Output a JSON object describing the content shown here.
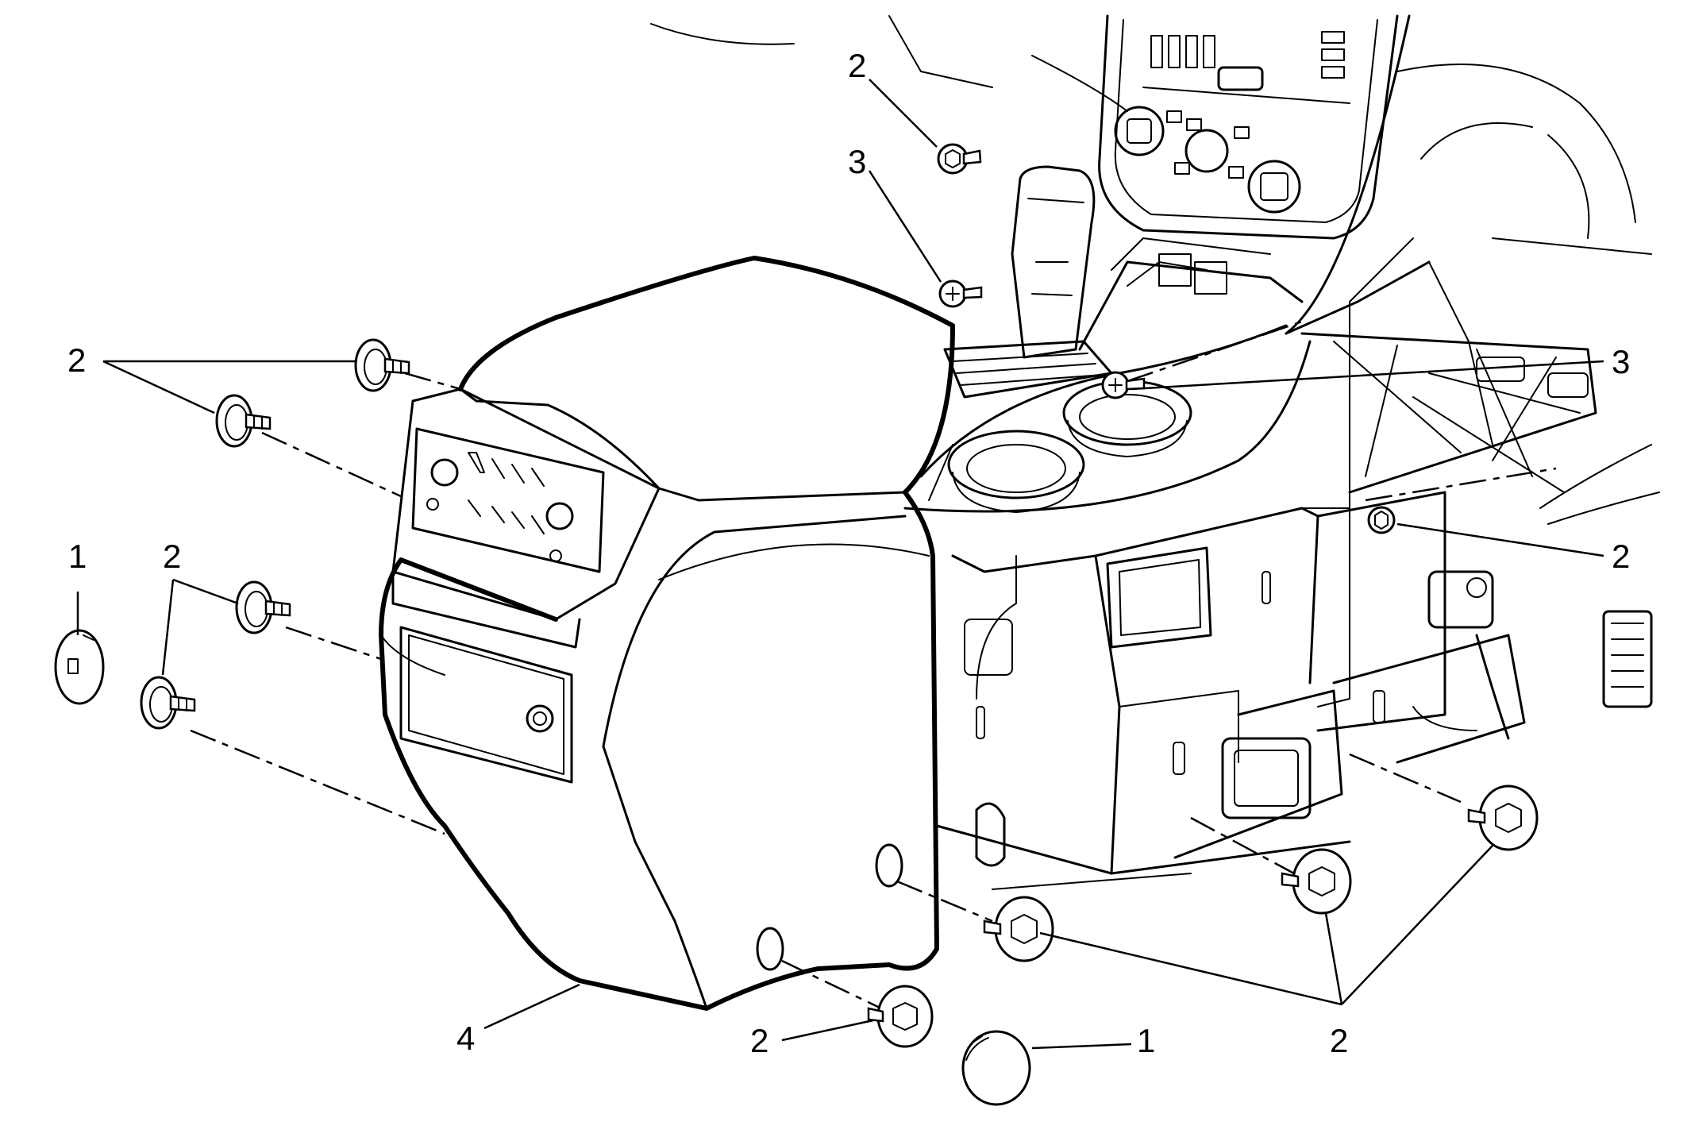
{
  "callouts": {
    "c1_left": "1",
    "c1_bottom": "1",
    "c2_top": "2",
    "c2_upper_left": "2",
    "c2_mid_left": "2",
    "c2_right": "2",
    "c2_bottom_center": "2",
    "c2_bottom_right": "2",
    "c3_top": "3",
    "c3_right": "3",
    "c4_bottom": "4"
  },
  "icons": {
    "pin": "push-pin-retainer-icon",
    "bolt": "flange-bolt-icon",
    "screw": "screw-icon",
    "cap": "trim-cap-icon"
  }
}
